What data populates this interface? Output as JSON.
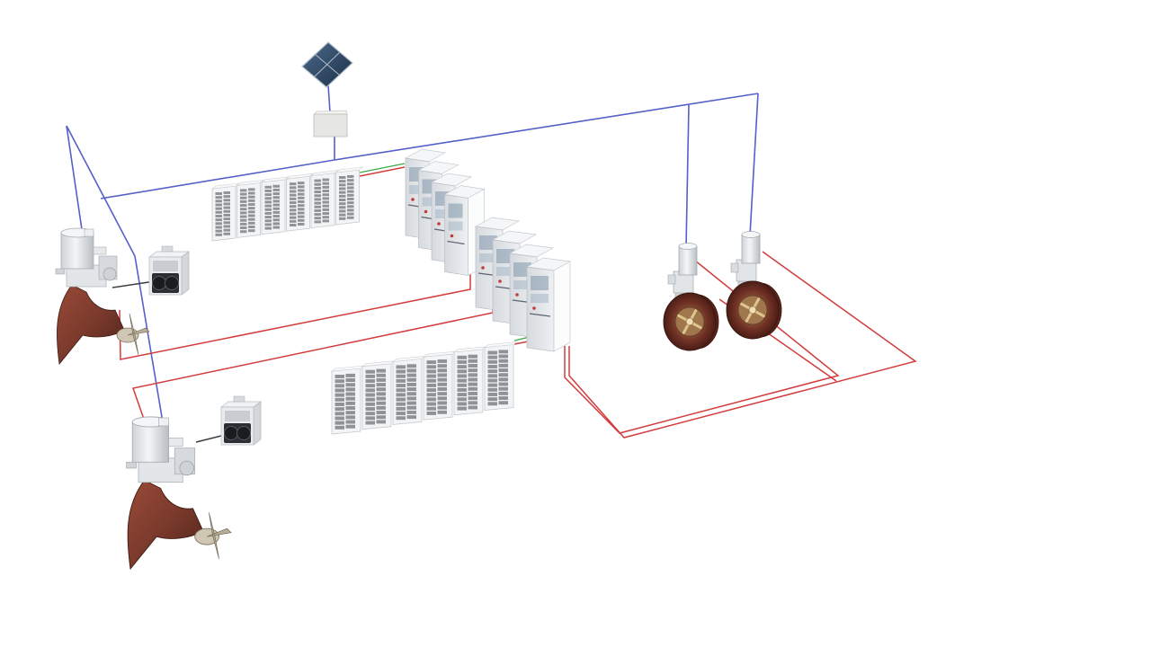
{
  "colors": {
    "background": "#ffffff",
    "control_wire": "#5560c8",
    "power_wire": "#d23c3c",
    "signal_wire": "#3caa46",
    "hull_bronze": "#7a3a2c",
    "equipment_grey": "#e4e7ea",
    "battery_cell": "#7d8186"
  },
  "components": {
    "solar_panels": 1,
    "junction_boxes": 1,
    "battery_racks": 2,
    "battery_modules_per_rack": 6,
    "power_cabinets": 2,
    "cabinet_modules_per_bank": 4,
    "azimuth_thrusters": 2,
    "drive_units": 2,
    "tunnel_thrusters": 2
  }
}
